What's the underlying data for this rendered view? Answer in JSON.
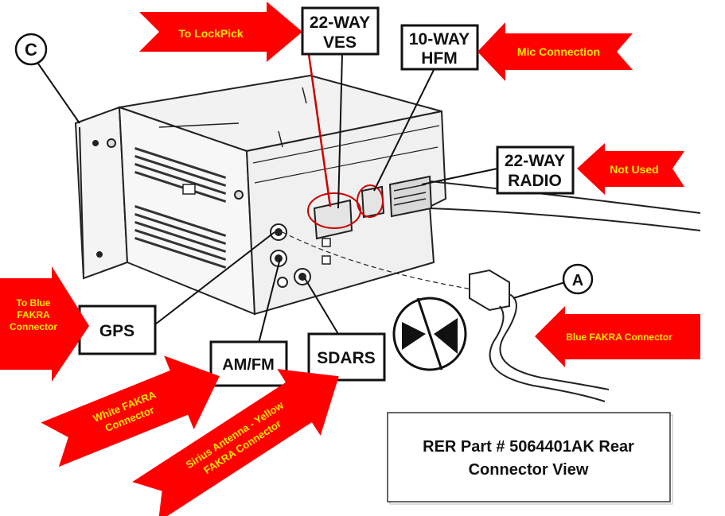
{
  "labels": {
    "callout_c": "C",
    "callout_a": "A",
    "ves_line1": "22-WAY",
    "ves_line2": "VES",
    "hfm_line1": "10-WAY",
    "hfm_line2": "HFM",
    "radio_line1": "22-WAY",
    "radio_line2": "RADIO",
    "gps": "GPS",
    "amfm": "AM/FM",
    "sdars": "SDARS"
  },
  "arrows": {
    "lockpick": "To LockPick",
    "mic": "Mic Connection",
    "not_used": "Not Used",
    "blue_fakra_left_1": "To Blue",
    "blue_fakra_left_2": "FAKRA",
    "blue_fakra_left_3": "Connector",
    "blue_fakra_right": "Blue FAKRA Connector",
    "white_fakra_1": "White FAKRA",
    "white_fakra_2": "Connector",
    "sirius_1": "Sirius Antenna - Yellow",
    "sirius_2": "FAKRA Connector"
  },
  "title": {
    "line1": "RER Part #  5064401AK Rear",
    "line2": "Connector View"
  },
  "colors": {
    "arrow_fill": "#ff0000",
    "arrow_text": "#ffe600",
    "leader_red": "#cc0000"
  }
}
